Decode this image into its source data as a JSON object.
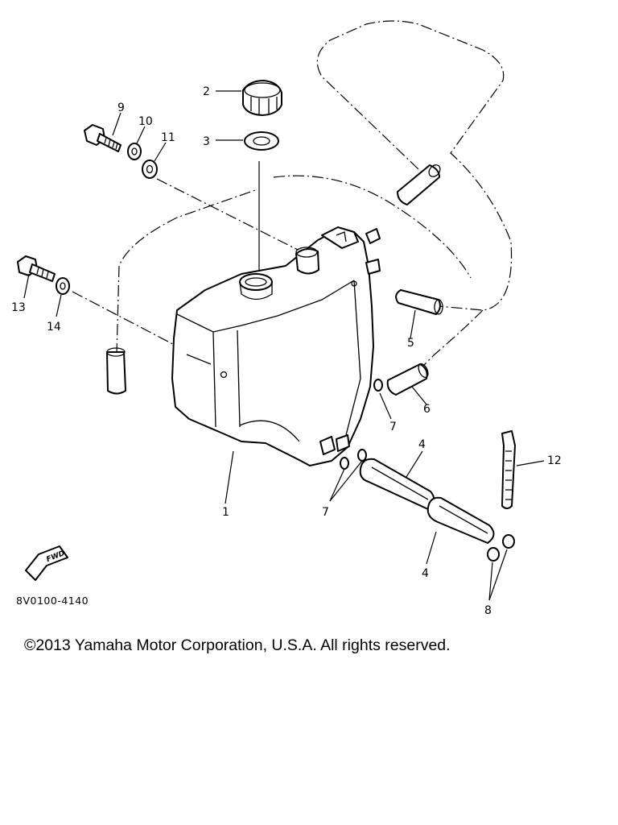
{
  "diagram": {
    "callouts": [
      "1",
      "2",
      "3",
      "4",
      "4",
      "5",
      "6",
      "7",
      "7",
      "8",
      "9",
      "10",
      "11",
      "12",
      "13",
      "14"
    ],
    "drawing_code": "8V0100-4140",
    "direction_arrow_text": "FWD"
  },
  "footer": {
    "copyright": "©2013 Yamaha Motor Corporation, U.S.A. All rights reserved."
  }
}
